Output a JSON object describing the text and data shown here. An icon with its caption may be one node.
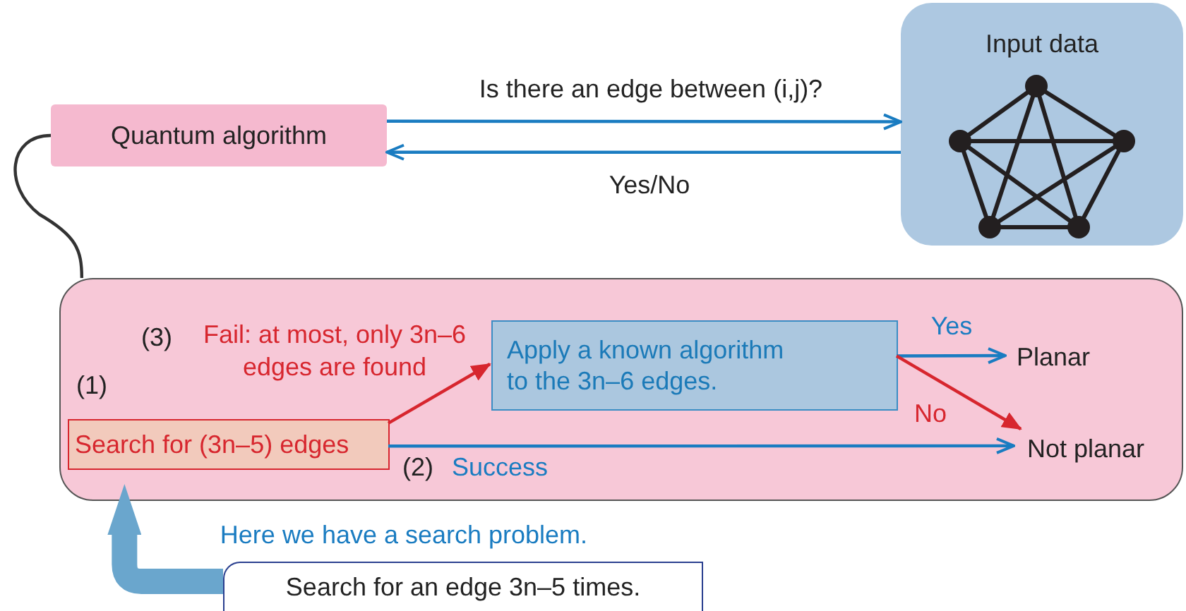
{
  "diagram": {
    "nodes": [
      {
        "text": [
          "Quantum algorithm"
        ]
      },
      {
        "text": [
          "Input data"
        ]
      },
      {
        "text": [],
        "shape": "box"
      },
      {
        "text": [
          "Search for (3n–5) edges"
        ],
        "in": 2,
        "beside": [
          "(1)"
        ]
      },
      {
        "text": [
          "Apply a known algorithm to the 3n–6 edges."
        ],
        "in": 2
      },
      {
        "text": [
          "Planar"
        ],
        "in": 2
      },
      {
        "text": [
          "Not planar"
        ],
        "in": 2
      },
      {
        "text": [
          "Search for an edge 3n–5 times."
        ]
      }
    ],
    "edges": [
      {
        "from": 0,
        "to": 1,
        "arrow": "to",
        "label": "Is there an edge between (i,j)?"
      },
      {
        "from": 1,
        "to": 0,
        "arrow": "to",
        "label": "Yes/No"
      },
      {
        "from": 0,
        "to": 2,
        "arrow": "none",
        "color": "#333333"
      },
      {
        "from": 3,
        "to": 4,
        "arrow": "to",
        "color": "#d7262e",
        "label": "Fail: at most, only 3n–6 edges are found"
      },
      {
        "from": 3,
        "to": 6,
        "arrow": "to",
        "label": "Success"
      },
      {
        "from": 4,
        "to": 5,
        "arrow": "to",
        "label": "Yes"
      },
      {
        "from": 4,
        "to": 6,
        "arrow": "to",
        "color": "#d7262e",
        "label": "No"
      },
      {
        "from": 7,
        "to": 2,
        "arrow": "to",
        "style": "thick",
        "color": "#6aa6cd",
        "label": "Here we have a search problem."
      }
    ],
    "labels": [
      "(3)",
      "(2)"
    ]
  }
}
